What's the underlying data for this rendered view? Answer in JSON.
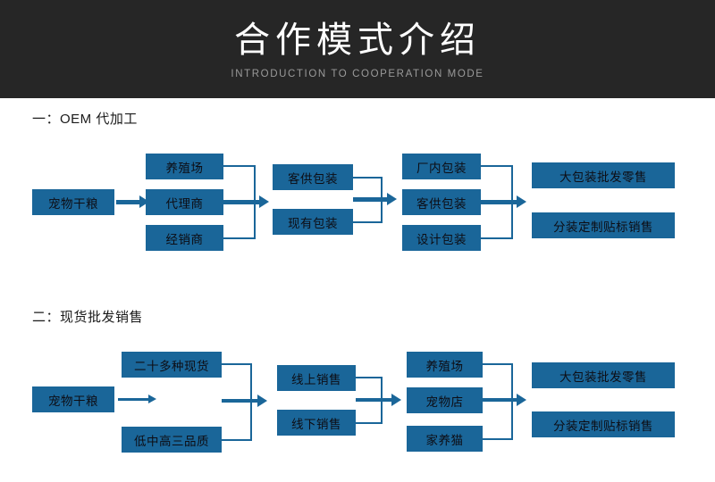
{
  "header": {
    "title": "合作模式介绍",
    "subtitle": "INTRODUCTION TO COOPERATION MODE",
    "background_color": "#262626",
    "title_color": "#ffffff",
    "subtitle_color": "#9a9a9a"
  },
  "theme": {
    "box_color": "#1a6699",
    "line_color": "#1a6699",
    "page_background": "#ffffff",
    "box_text_color": "#0d0d14"
  },
  "sections": [
    {
      "id": "oem",
      "title": "一：OEM 代加工",
      "columns": [
        {
          "name": "source",
          "boxes": [
            "宠物干粮"
          ]
        },
        {
          "name": "channel",
          "boxes": [
            "养殖场",
            "代理商",
            "经销商"
          ]
        },
        {
          "name": "packaging-source",
          "boxes": [
            "客供包装",
            "现有包装"
          ]
        },
        {
          "name": "packaging-type",
          "boxes": [
            "厂内包装",
            "客供包装",
            "设计包装"
          ]
        },
        {
          "name": "sales-mode",
          "boxes": [
            "大包装批发零售",
            "分装定制贴标销售"
          ]
        }
      ]
    },
    {
      "id": "stock-wholesale",
      "title": "二：现货批发销售",
      "columns": [
        {
          "name": "source",
          "boxes": [
            "宠物干粮"
          ]
        },
        {
          "name": "stock",
          "boxes": [
            "二十多种现货",
            "低中高三品质"
          ]
        },
        {
          "name": "sales-channel",
          "boxes": [
            "线上销售",
            "线下销售"
          ]
        },
        {
          "name": "customer",
          "boxes": [
            "养殖场",
            "宠物店",
            "家养猫"
          ]
        },
        {
          "name": "sales-mode",
          "boxes": [
            "大包装批发零售",
            "分装定制贴标销售"
          ]
        }
      ]
    }
  ]
}
